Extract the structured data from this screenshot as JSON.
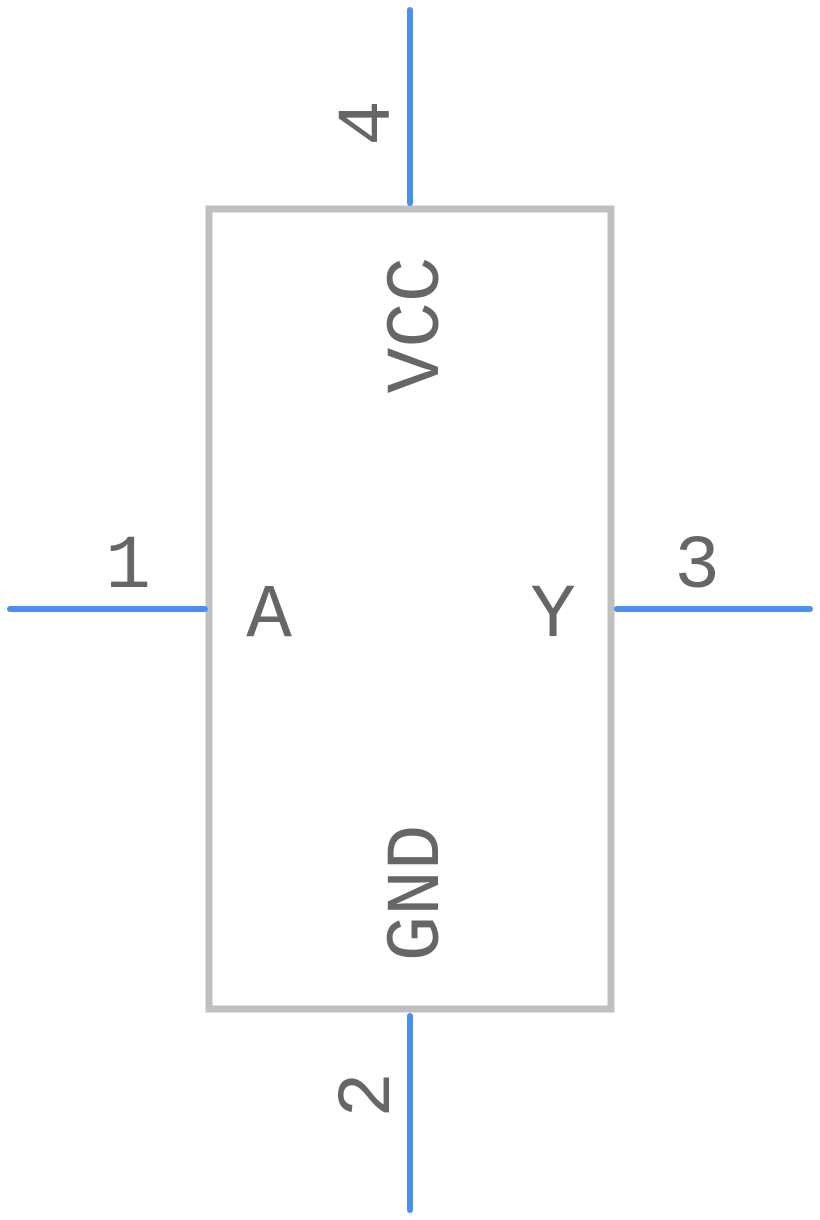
{
  "colors": {
    "pin": "#4a90f0",
    "body": "#c0c0c0",
    "text": "#666666",
    "background": "#ffffff"
  },
  "component": {
    "pins": [
      {
        "number": "1",
        "name": "A"
      },
      {
        "number": "2",
        "name": "GND"
      },
      {
        "number": "3",
        "name": "Y"
      },
      {
        "number": "4",
        "name": "VCC"
      }
    ]
  }
}
